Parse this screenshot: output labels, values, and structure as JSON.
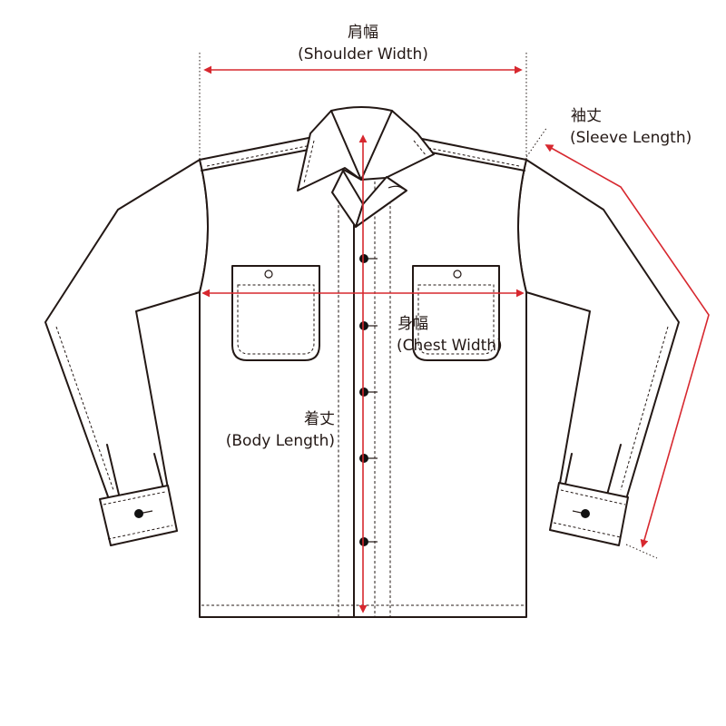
{
  "diagram": {
    "accent_color": "#d7282f",
    "line_color": "#231815",
    "measurements": {
      "shoulder_width": {
        "jp": "肩幅",
        "en": "(Shoulder Width)"
      },
      "sleeve_length": {
        "jp": "袖丈",
        "en": "(Sleeve Length)"
      },
      "chest_width": {
        "jp": "身幅",
        "en": "(Chest Width)"
      },
      "body_length": {
        "jp": "着丈",
        "en": "(Body Length)"
      }
    }
  }
}
